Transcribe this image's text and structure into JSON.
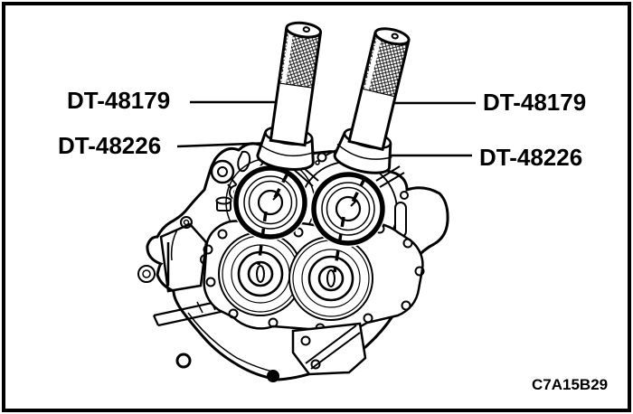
{
  "figure": {
    "code": "C7A15B29",
    "colors": {
      "background": "#ffffff",
      "line": "#000000"
    }
  },
  "callouts": {
    "left_tool_label": "DT-48179",
    "left_adapter_label": "DT-48226",
    "right_tool_label": "DT-48179",
    "right_adapter_label": "DT-48226"
  }
}
